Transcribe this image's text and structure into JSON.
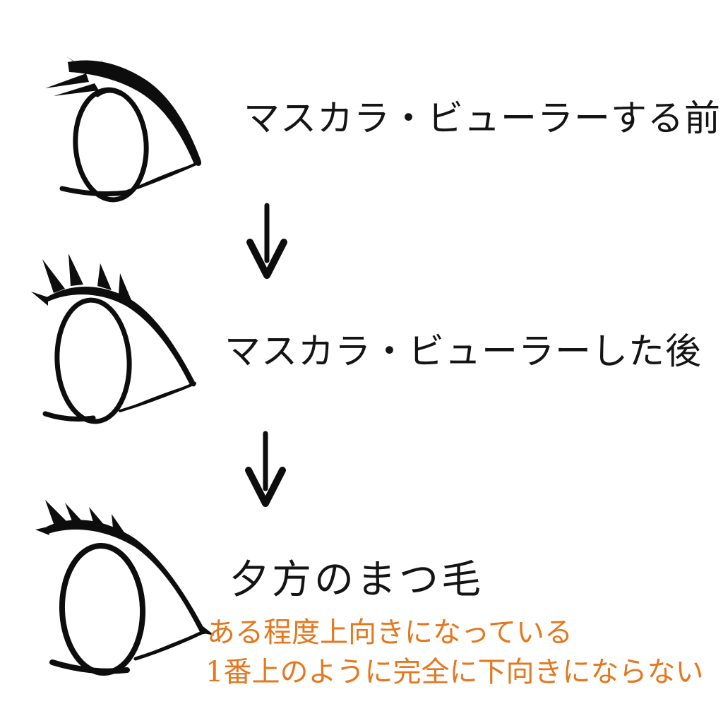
{
  "page": {
    "background": "#ffffff",
    "text_color": "#141414",
    "accent_orange": "#E5771E"
  },
  "icons": {
    "down_arrow": "↓"
  },
  "steps": [
    {
      "label": "マスカラ・ビューラーする前",
      "illustration": "eye-sketch-lashes-down"
    },
    {
      "label": "マスカラ・ビューラーした後",
      "illustration": "eye-sketch-lashes-curled-up"
    },
    {
      "label": "夕方のまつ毛",
      "illustration": "eye-sketch-lashes-slightly-up",
      "notes": [
        "ある程度上向きになっている",
        "1番上のように完全に下向きにならない"
      ]
    }
  ]
}
